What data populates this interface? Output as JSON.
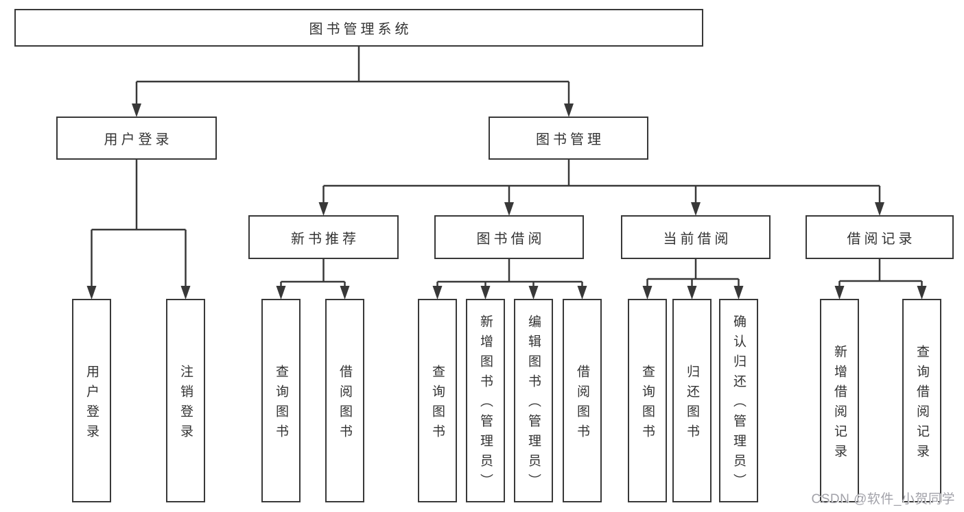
{
  "diagram": {
    "root": {
      "label": "图书管理系统"
    },
    "level2": [
      {
        "label": "用户登录"
      },
      {
        "label": "图书管理"
      }
    ],
    "level3": [
      {
        "label": "新书推荐"
      },
      {
        "label": "图书借阅"
      },
      {
        "label": "当前借阅"
      },
      {
        "label": "借阅记录"
      }
    ],
    "leaves": [
      {
        "label": "用户登录"
      },
      {
        "label": "注销登录"
      },
      {
        "label": "查询图书"
      },
      {
        "label": "借阅图书"
      },
      {
        "label": "查询图书"
      },
      {
        "label": "新增图书（管理员）"
      },
      {
        "label": "编辑图书（管理员）"
      },
      {
        "label": "借阅图书"
      },
      {
        "label": "查询图书"
      },
      {
        "label": "归还图书"
      },
      {
        "label": "确认归还（管理员）"
      },
      {
        "label": "新增借阅记录"
      },
      {
        "label": "查询借阅记录"
      }
    ]
  },
  "watermark": {
    "text": "CSDN @软件_小贺同学"
  },
  "colors": {
    "line": "#383838",
    "text": "#333333",
    "box_background": "#ffffff",
    "watermark": "#a2a2a9"
  }
}
